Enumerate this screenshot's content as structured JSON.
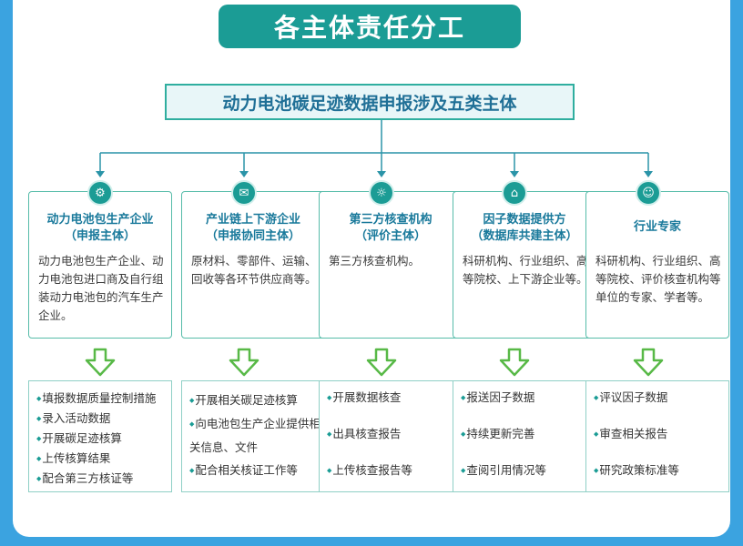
{
  "title": "各主体责任分工",
  "main_box": "动力电池碳足迹数据申报涉及五类主体",
  "colors": {
    "teal": "#1b9c95",
    "border": "#56bca9",
    "title_text": "#19799b",
    "background": "#3ba3e0"
  },
  "columns": [
    {
      "icon": "factory-icon",
      "title_line1": "动力电池包生产企业",
      "title_line2": "（申报主体）",
      "description": "动力电池包生产企业、动力电池包进口商及自行组装动力电池包的汽车生产企业。",
      "tasks": [
        "填报数据质量控制措施",
        "录入活动数据",
        "开展碳足迹核算",
        "上传核算结果",
        "配合第三方核证等"
      ]
    },
    {
      "icon": "chat-icon",
      "title_line1": "产业链上下游企业",
      "title_line2": "（申报协同主体）",
      "description": "原材料、零部件、运输、回收等各环节供应商等。",
      "tasks": [
        "开展相关碳足迹核算",
        "向电池包生产企业提供相关信息、文件",
        "配合相关核证工作等"
      ]
    },
    {
      "icon": "gear-icon",
      "title_line1": "第三方核查机构",
      "title_line2": "（评价主体）",
      "description": "第三方核查机构。",
      "tasks": [
        "开展数据核查",
        "出具核查报告",
        "上传核查报告等"
      ]
    },
    {
      "icon": "database-icon",
      "title_line1": "因子数据提供方",
      "title_line2": "（数据库共建主体）",
      "description": "科研机构、行业组织、高等院校、上下游企业等。",
      "tasks": [
        "报送因子数据",
        "持续更新完善",
        "查阅引用情况等"
      ]
    },
    {
      "icon": "person-icon",
      "title_line1": "行业专家",
      "title_line2": "",
      "description": "科研机构、行业组织、高等院校、评价核查机构等单位的专家、学者等。",
      "tasks": [
        "评议因子数据",
        "审查相关报告",
        "研究政策标准等"
      ]
    }
  ]
}
